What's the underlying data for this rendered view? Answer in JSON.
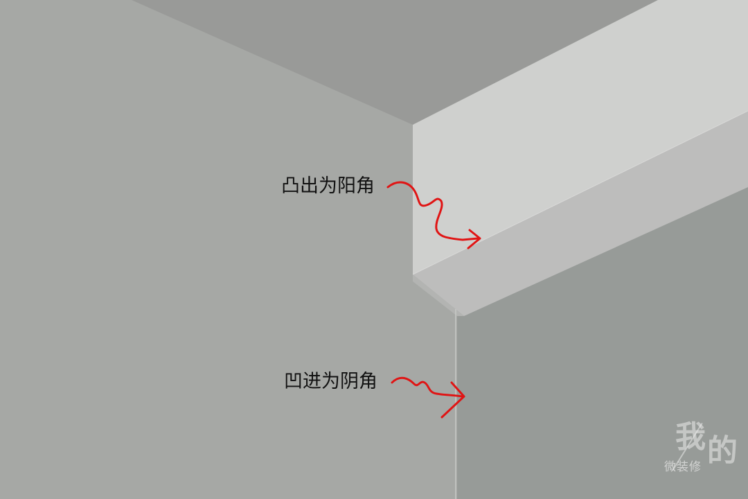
{
  "labels": {
    "convex": "凸出为阳角",
    "concave": "凹进为阴角"
  },
  "watermark": {
    "char1": "我",
    "char2": "的",
    "sub": "微装修"
  },
  "colors": {
    "left_wall": "#a6a8a5",
    "right_wall": "#979b98",
    "ceiling": "#999a98",
    "beam_front": "#cfd0ce",
    "beam_bottom": "#bdbdbc",
    "beam_side_shadow": "#b3b4b2",
    "arrow": "#e01414",
    "text": "#111111"
  }
}
